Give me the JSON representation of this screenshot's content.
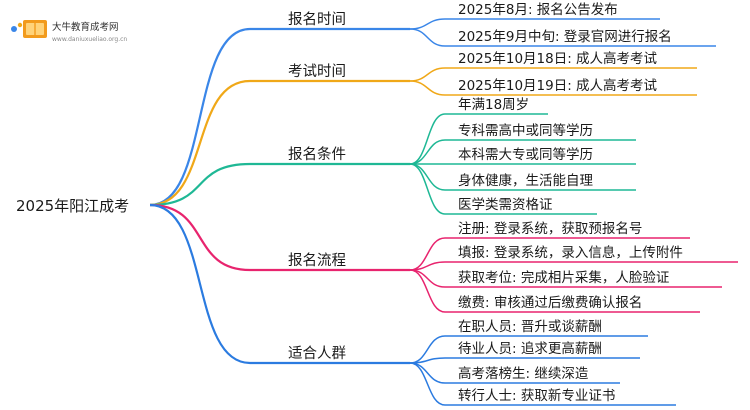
{
  "logo": {
    "name": "大牛教育成考网",
    "url": "www.daniuxueliao.org.cn"
  },
  "root": {
    "label": "2025年阳江成考"
  },
  "branches": [
    {
      "label": "报名时间",
      "color": "#3a86e8",
      "items": [
        "2025年8月: 报名公告发布",
        "2025年9月中旬: 登录官网进行报名"
      ]
    },
    {
      "label": "考试时间",
      "color": "#f0a818",
      "items": [
        "2025年10月18日: 成人高考考试",
        "2025年10月19日: 成人高考考试"
      ]
    },
    {
      "label": "报名条件",
      "color": "#1fb895",
      "items": [
        "年满18周岁",
        "专科需高中或同等学历",
        "本科需大专或同等学历",
        "身体健康，生活能自理",
        "医学类需资格证"
      ]
    },
    {
      "label": "报名流程",
      "color": "#e8246e",
      "items": [
        "注册: 登录系统，获取预报名号",
        "填报: 登录系统，录入信息，上传附件",
        "获取考位: 完成相片采集，人脸验证",
        "缴费: 审核通过后缴费确认报名"
      ]
    },
    {
      "label": "适合人群",
      "color": "#2b7be0",
      "items": [
        "在职人员: 晋升或谈薪酬",
        "待业人员: 追求更高薪酬",
        "高考落榜生: 继续深造",
        "转行人士: 获取新专业证书"
      ]
    }
  ]
}
